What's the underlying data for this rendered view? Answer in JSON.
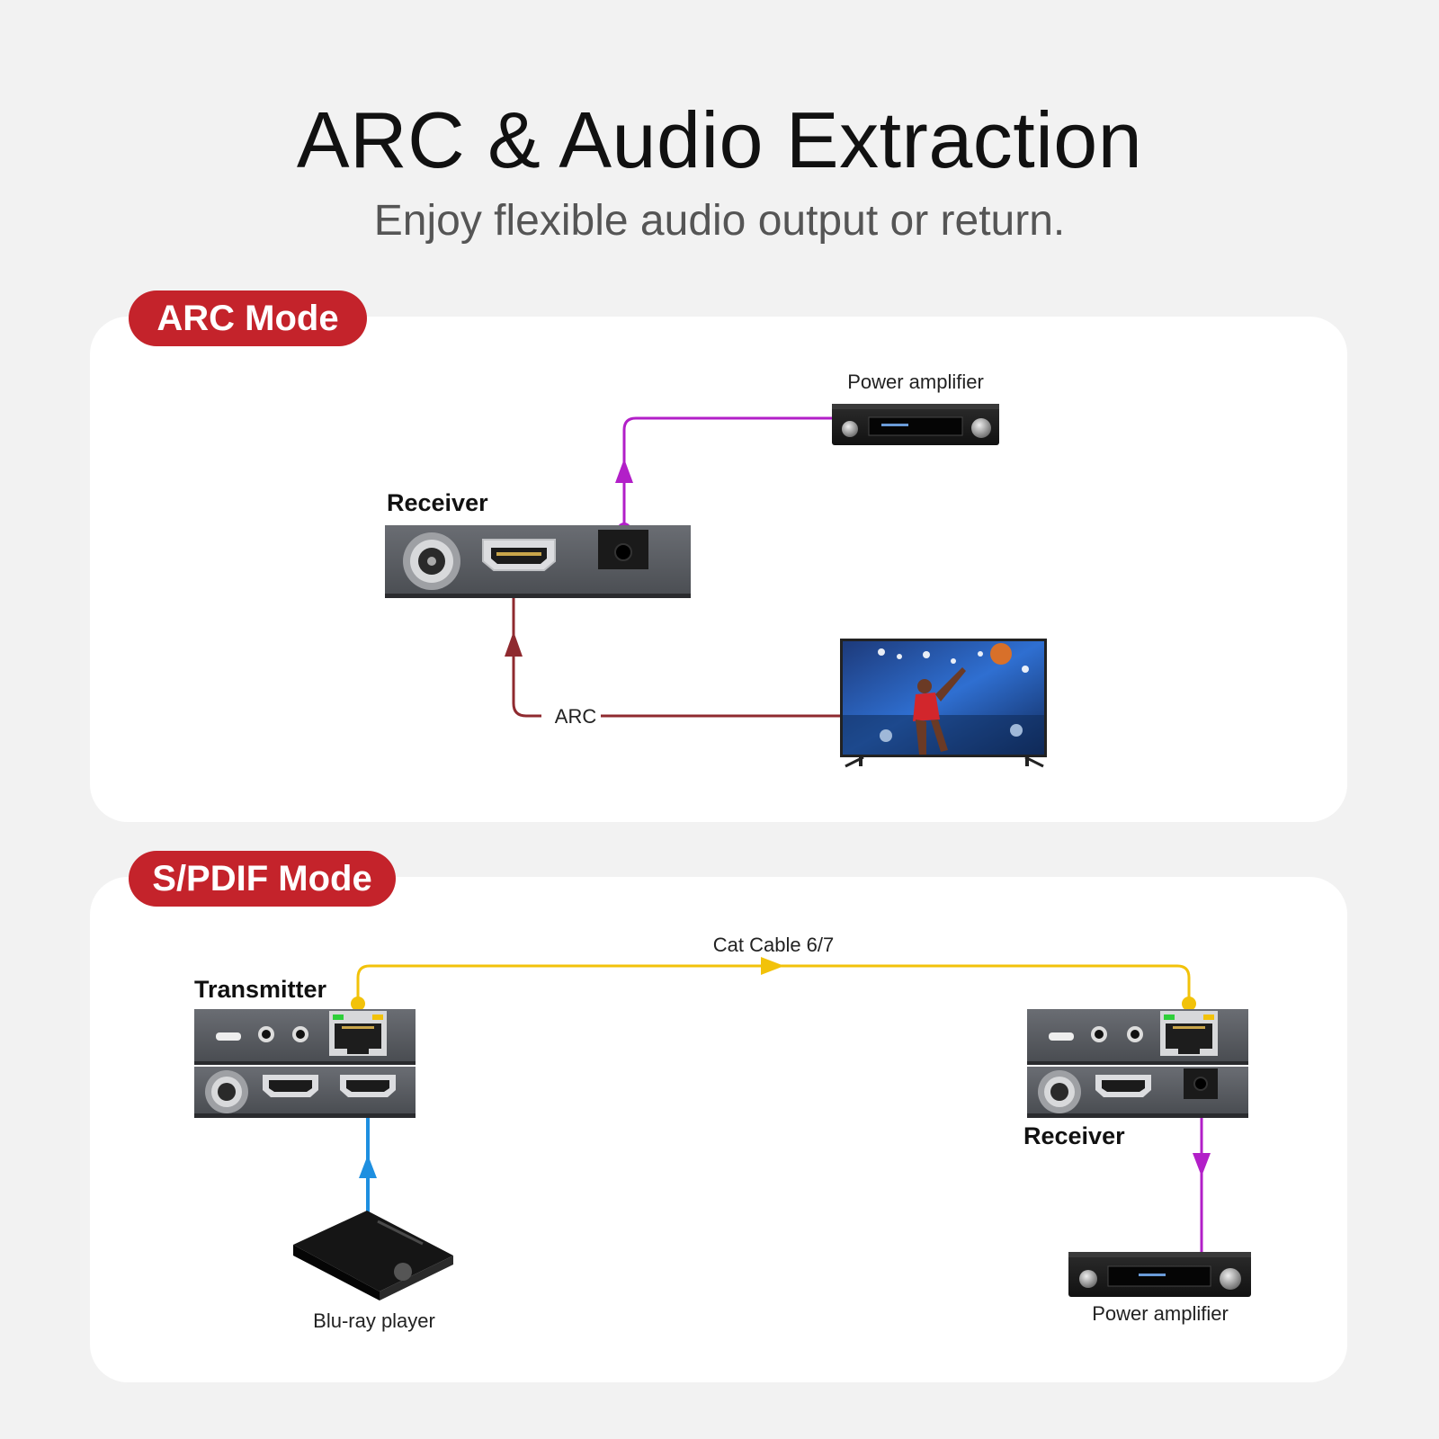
{
  "header": {
    "title": "ARC & Audio Extraction",
    "subtitle": "Enjoy flexible audio output or return."
  },
  "arc_mode": {
    "badge": "ARC Mode",
    "receiver_label": "Receiver",
    "amplifier_label": "Power amplifier",
    "arc_label": "ARC"
  },
  "spdif_mode": {
    "badge": "S/PDIF Mode",
    "transmitter_label": "Transmitter",
    "cable_label": "Cat Cable 6/7",
    "receiver_label": "Receiver",
    "bluray_label": "Blu-ray player",
    "amplifier_label": "Power amplifier"
  },
  "colors": {
    "badge": "#c4232b",
    "optical_line": "#b21fc8",
    "arc_line": "#8f2a2f",
    "cat_line": "#f2c20a",
    "hdmi_in_line": "#1e8fe0"
  }
}
